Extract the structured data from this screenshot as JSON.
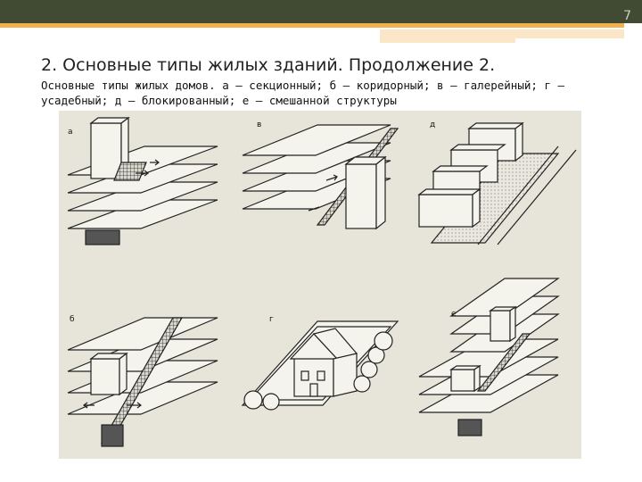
{
  "slide": {
    "number": "7",
    "title": "2. Основные типы жилых зданий. Продолжение 2.",
    "subtitle": "Основные типы жилых домов. а – секционный; б – коридорный; в – галерейный; г – усадебный; д – блокированный; е – смешанной структуры"
  },
  "figure": {
    "panels": [
      {
        "id": "a",
        "label": "а"
      },
      {
        "id": "v",
        "label": "в"
      },
      {
        "id": "d",
        "label": "д"
      },
      {
        "id": "b",
        "label": "б"
      },
      {
        "id": "g",
        "label": "г"
      },
      {
        "id": "e",
        "label": "е"
      }
    ]
  },
  "colors": {
    "top_bar": "#414a33",
    "accent_orange": "#f2b04e",
    "accent_light": "#fbe7c8",
    "figure_bg": "#e7e5d9"
  }
}
